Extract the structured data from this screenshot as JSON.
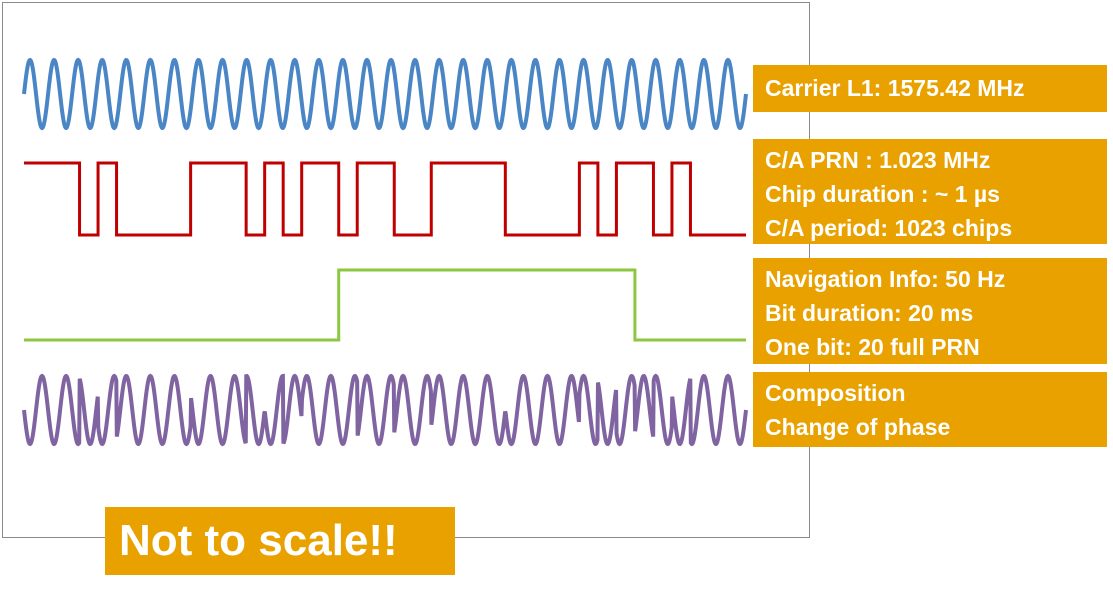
{
  "colors": {
    "label_bg": "#E9A100",
    "label_text": "#FFFFFF",
    "carrier": "#4A86C5",
    "prn": "#C00000",
    "navigation": "#8DC63F",
    "composition": "#8064A2"
  },
  "signals": {
    "carrier": {
      "cycles": 30
    },
    "prn": {
      "chips": [
        1,
        1,
        1,
        0,
        1,
        0,
        0,
        0,
        0,
        1,
        1,
        1,
        0,
        1,
        0,
        1,
        1,
        0,
        1,
        1,
        0,
        0,
        1,
        1,
        1,
        1,
        0,
        0,
        0,
        0,
        1,
        0,
        1,
        1,
        0,
        1,
        0,
        0,
        0
      ]
    },
    "navigation": {
      "bits": [
        0,
        0,
        0,
        0,
        0,
        0,
        0,
        0,
        0,
        0,
        0,
        0,
        0,
        0,
        0,
        0,
        0,
        1,
        1,
        1,
        1,
        1,
        1,
        1,
        1,
        1,
        1,
        1,
        1,
        1,
        1,
        1,
        1,
        0,
        0,
        0,
        0,
        0,
        0
      ]
    },
    "composition": {
      "cycles": 30
    }
  },
  "labels": {
    "carrier": [
      "Carrier L1: 1575.42 MHz"
    ],
    "prn": [
      "C/A PRN : 1.023 MHz",
      "Chip duration : ~ 1 µs",
      "C/A period: 1023 chips"
    ],
    "navigation": [
      "Navigation Info:  50 Hz",
      "Bit duration: 20 ms",
      "One bit: 20 full PRN"
    ],
    "composition": [
      "Composition",
      "Change of phase"
    ]
  },
  "note": "Not to scale!!"
}
